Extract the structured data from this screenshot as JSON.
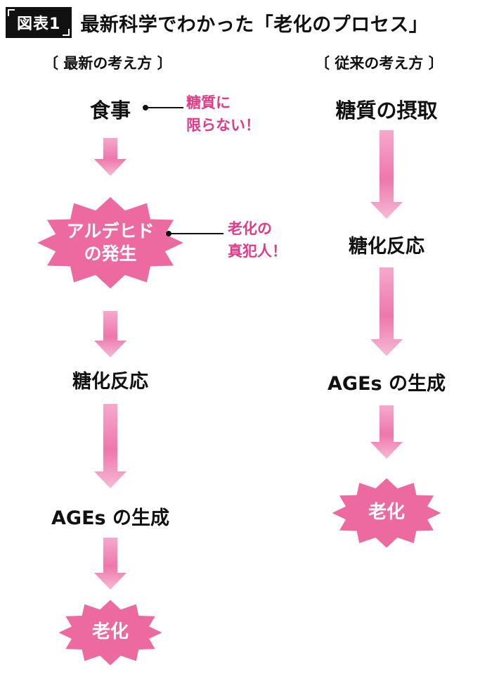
{
  "figure": {
    "badge": "図表1",
    "title": "最新科学でわかった「老化のプロセス」"
  },
  "left_column": {
    "heading": "〔 最新の考え方 〕",
    "node_diet": "食事",
    "callout_sugar": {
      "line1": "糖質に",
      "line2": "限らない！"
    },
    "burst_aldehyde": {
      "line1": "アルデヒド",
      "line2": "の発生"
    },
    "callout_culprit": {
      "line1": "老化の",
      "line2": "真犯人！"
    },
    "node_glycation": "糖化反応",
    "node_ages": "AGEs の生成",
    "burst_aging": "老化"
  },
  "right_column": {
    "heading": "〔 従来の考え方 〕",
    "node_sugar_intake": "糖質の摂取",
    "node_glycation": "糖化反応",
    "node_ages": "AGEs の生成",
    "burst_aging": "老化"
  },
  "colors": {
    "burst_pink": "#ec6a9f",
    "callout_pink": "#e23a86",
    "arrow_top": "#f5a9cd",
    "arrow_mid": "#ee77ab",
    "arrow_bottom": "#f6bad6",
    "badge_bg": "#111111",
    "text_black": "#111111"
  }
}
